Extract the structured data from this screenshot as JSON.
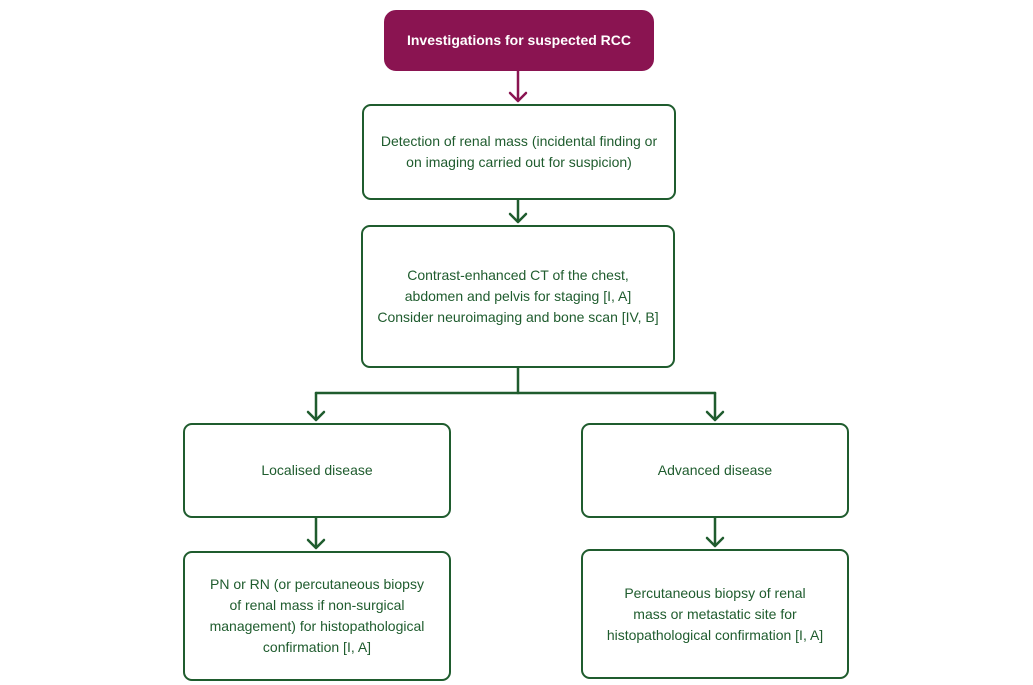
{
  "colors": {
    "header_fill": "#8a1451",
    "header_text": "#ffffff",
    "box_border": "#1f5c2e",
    "box_text": "#1f5c2e",
    "connector": "#1f5c2e",
    "header_connector": "#8a1451"
  },
  "flowchart": {
    "header": "Investigations for suspected RCC",
    "detection": "Detection of renal mass (incidental finding or\non imaging carried out for suspicion)",
    "staging": "Contrast-enhanced CT of the chest,\nabdomen and pelvis for staging [I, A]\nConsider neuroimaging and bone scan [IV, B]",
    "localised": "Localised disease",
    "advanced": "Advanced disease",
    "localised_action": "PN or RN (or percutaneous biopsy\nof renal mass if non-surgical\nmanagement) for histopathological\nconfirmation [I, A]",
    "advanced_action": "Percutaneous biopsy of renal\nmass or metastatic site for\nhistopathological confirmation [I, A]"
  }
}
